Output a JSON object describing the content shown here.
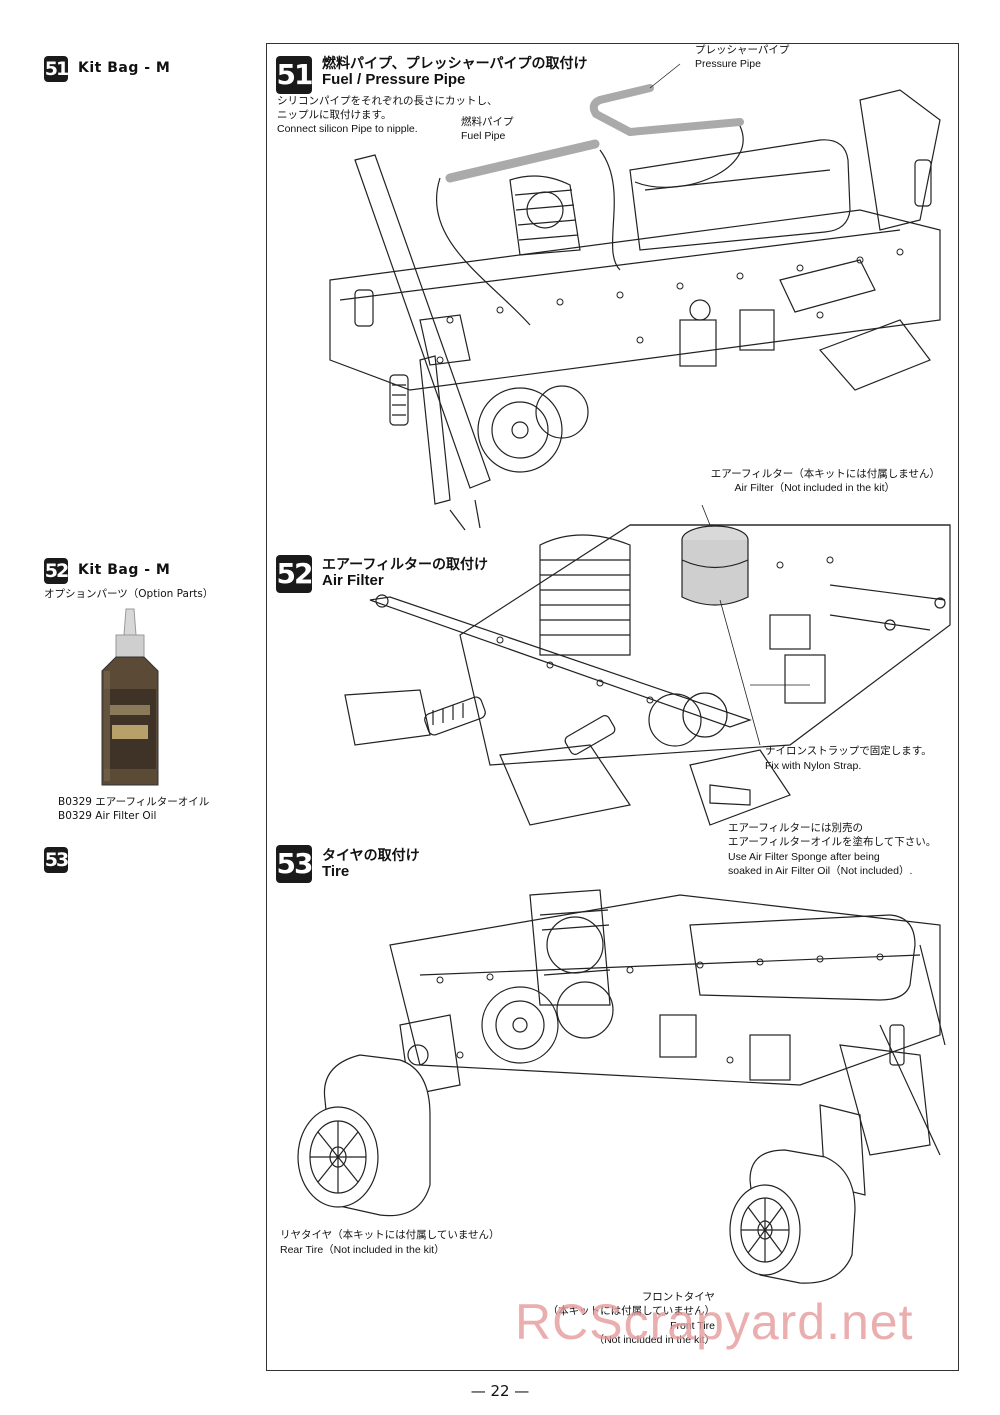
{
  "left": {
    "kit51": {
      "num": "51",
      "title": "Kit Bag - M"
    },
    "kit52": {
      "num": "52",
      "title": "Kit Bag - M",
      "subtitle": "オプションパーツ（Option Parts）",
      "bottle_label_1": "B0329 エアーフィルターオイル",
      "bottle_label_2": "B0329 Air Filter Oil"
    },
    "kit53": {
      "num": "53"
    }
  },
  "step51": {
    "num": "51",
    "title_jp": "燃料パイプ、プレッシャーパイプの取付け",
    "title_en": "Fuel / Pressure Pipe",
    "desc_jp_1": "シリコンパイプをそれぞれの長さにカットし、",
    "desc_jp_2": "ニップルに取付けます。",
    "desc_en": "Connect silicon Pipe to nipple.",
    "fuel_jp": "燃料パイプ",
    "fuel_en": "Fuel Pipe",
    "pressure_jp": "プレッシャーパイプ",
    "pressure_en": "Pressure Pipe"
  },
  "step52": {
    "num": "52",
    "title_jp": "エアーフィルターの取付け",
    "title_en": "Air Filter",
    "filter_jp": "エアーフィルター（本キットには付属しません）",
    "filter_en": "Air Filter（Not included in the kit）",
    "strap_jp": "ナイロンストラップで固定します。",
    "strap_en": "Fix with Nylon Strap.",
    "oil_jp_1": "エアーフィルターには別売の",
    "oil_jp_2": "エアーフィルターオイルを塗布して下さい。",
    "oil_en_1": "Use Air Filter Sponge after being",
    "oil_en_2": "soaked in Air Filter Oil（Not included）."
  },
  "step53": {
    "num": "53",
    "title_jp": "タイヤの取付け",
    "title_en": "Tire",
    "rear_jp": "リヤタイヤ（本キットには付属していません）",
    "rear_en": "Rear Tire（Not included in the kit）",
    "front_jp_1": "フロントタイヤ",
    "front_jp_2": "（本キットには付属していません）",
    "front_en_1": "Front Tire",
    "front_en_2": "（Not included in the kit）"
  },
  "page_number": "— 22 —",
  "watermark": "RCScrapyard.net"
}
